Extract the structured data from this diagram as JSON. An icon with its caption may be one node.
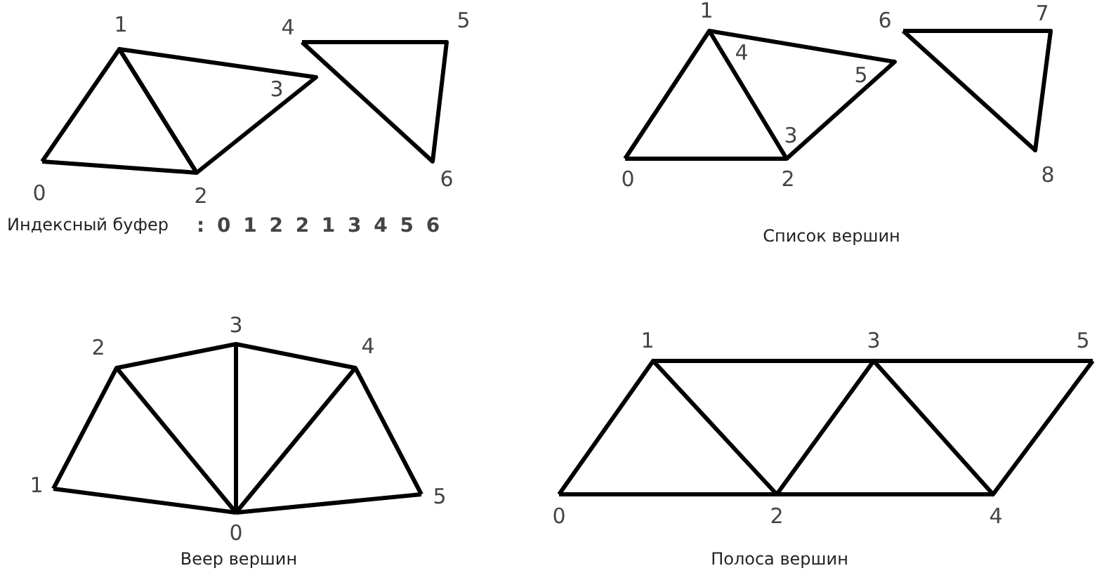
{
  "diagram": {
    "labels": [
      "1",
      "4",
      "5",
      "3",
      "0",
      "2",
      "6",
      "1",
      "6",
      "7",
      "4",
      "5",
      "3",
      "0",
      "2",
      "8",
      "Индексный буфер",
      ": 0 1 2 2 1 3 4 5 6",
      "Список вершин",
      "3",
      "2",
      "4",
      "1",
      "3",
      "5",
      "1",
      "5",
      "0",
      "0",
      "2",
      "4",
      "Веер вершин",
      "Полоса вершин"
    ]
  }
}
